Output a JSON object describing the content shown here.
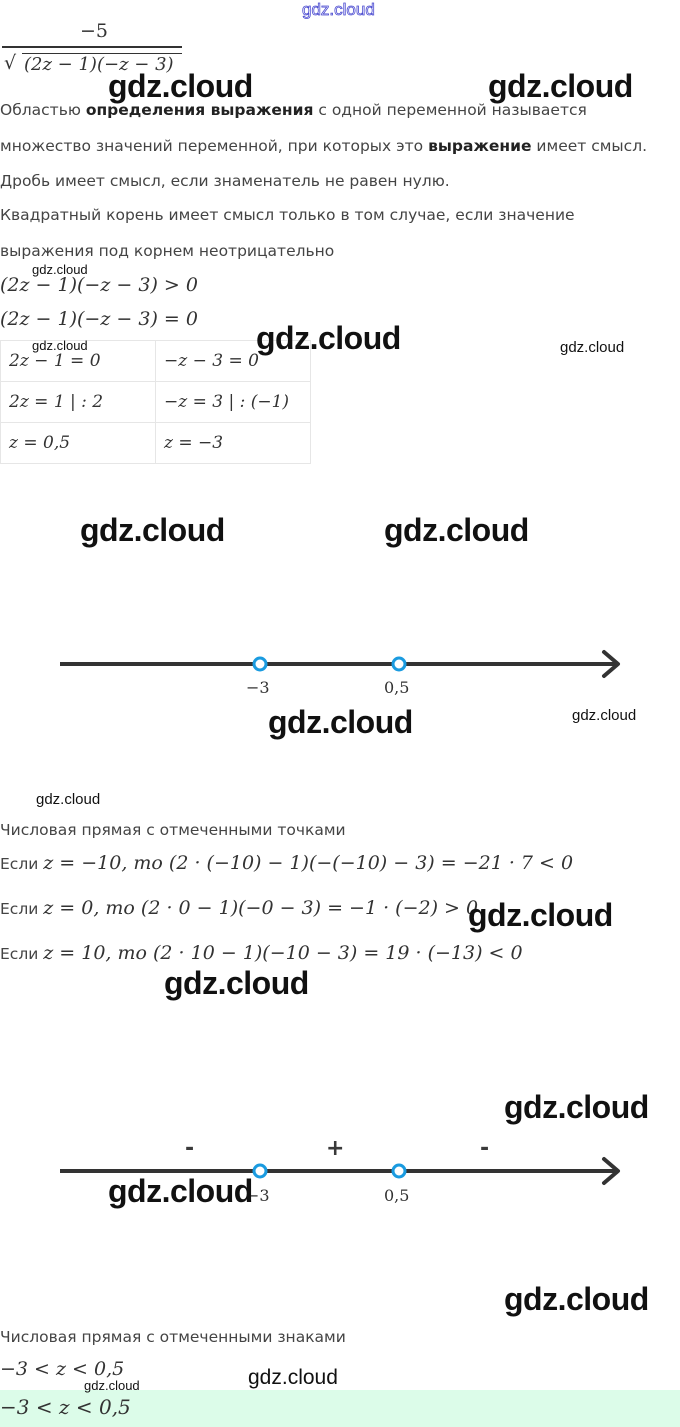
{
  "watermark": "gdz.cloud",
  "fraction": {
    "numerator": "−5",
    "denominator": "(2z − 1)(−z − 3)"
  },
  "paragraphs": [
    {
      "pre": "Областью ",
      "bold": "определения выражения",
      "post": " с одной переменной называется"
    },
    {
      "pre": "множество значений переменной, при которых это ",
      "bold": "выражение",
      "post": " имеет смысл."
    },
    {
      "pre": "Дробь имеет смысл, если знаменатель не равен нулю.",
      "bold": "",
      "post": ""
    },
    {
      "pre": "Квадратный корень имеет смысл только в том случае, если значение",
      "bold": "",
      "post": ""
    },
    {
      "pre": "выражения под корнем неотрицательно",
      "bold": "",
      "post": ""
    }
  ],
  "inequality": "(2z − 1)(−z − 3) > 0",
  "equation": "(2z − 1)(−z − 3) = 0",
  "table": [
    [
      "2z − 1 = 0",
      "−z − 3 = 0"
    ],
    [
      "2z = 1   | : 2",
      "−z = 3   | : (−1)"
    ],
    [
      "z = 0,5",
      "z = −3"
    ]
  ],
  "number_line_1": {
    "points": [
      "−3",
      "0,5"
    ],
    "point_color": "#1a9be0"
  },
  "caption_1": "Числовая прямая с отмеченными точками",
  "checks": [
    {
      "prefix": "Если ",
      "expr": "z = −10, то (2 · (−10) − 1)(−(−10) − 3) = −21 · 7  <  0"
    },
    {
      "prefix": "Если ",
      "expr": "z = 0, то (2 · 0 − 1)(−0 − 3) = −1 · (−2)  >  0"
    },
    {
      "prefix": "Если ",
      "expr": "z = 10, то (2 · 10 − 1)(−10 − 3) = 19 · (−13)  <  0"
    }
  ],
  "number_line_2": {
    "points": [
      "−3",
      "0,5"
    ],
    "signs": [
      "-",
      "+",
      "-"
    ]
  },
  "caption_2": "Числовая прямая с отмеченными знаками",
  "result": "−3  <  z  <  0,5",
  "answer": "−3  <  z  <  0,5",
  "answer_bg": "#dcfce9"
}
